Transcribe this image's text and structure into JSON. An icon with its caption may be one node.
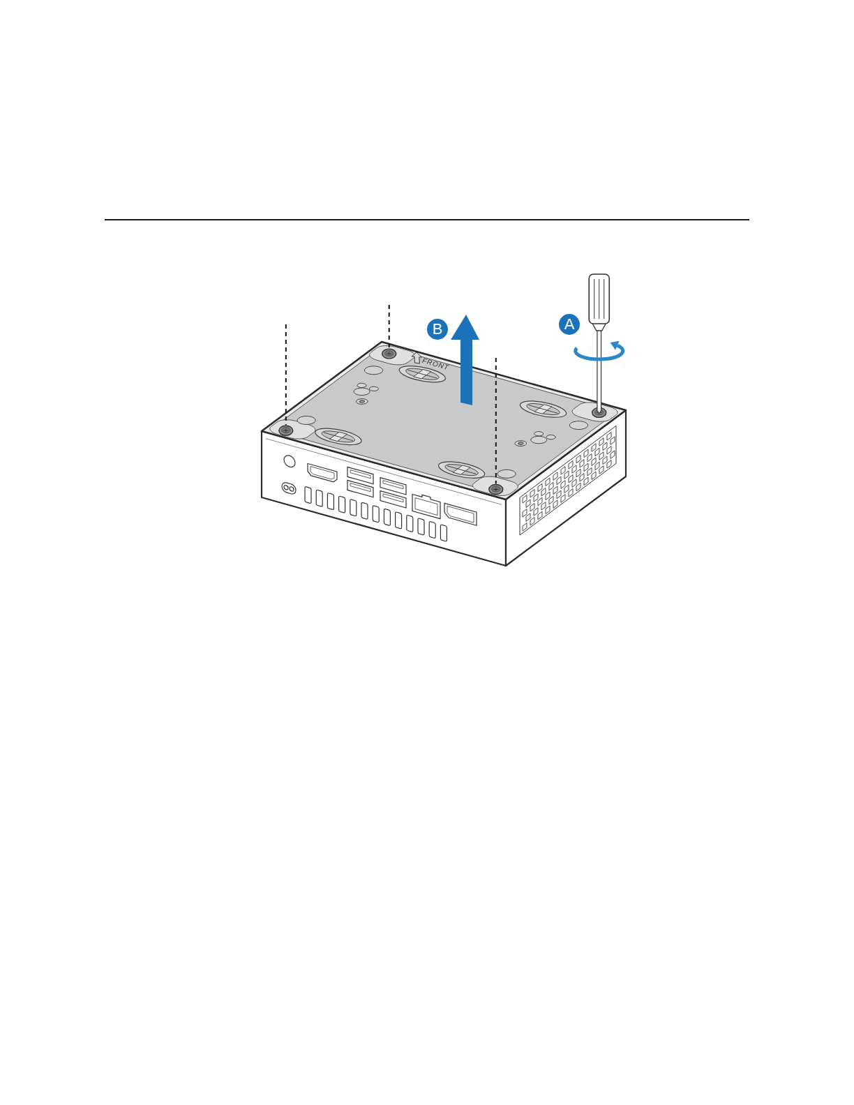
{
  "diagram": {
    "labels": [
      "B",
      "A",
      "FRONT"
    ]
  }
}
